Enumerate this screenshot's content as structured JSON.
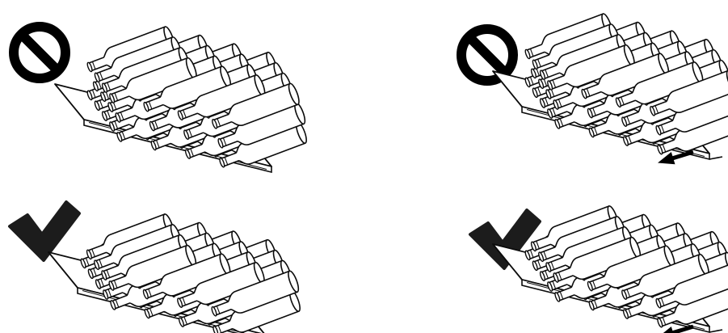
{
  "colors": {
    "ink": "#0b0b0b",
    "bottle_fill": "#ffffff",
    "prohibited": "#000000",
    "allowed": "#1c1c1c"
  },
  "panels": [
    {
      "id": "top-left",
      "status": "prohibited",
      "status_icon": "prohibited-icon",
      "layers": 3,
      "rows": [
        5,
        4,
        4
      ],
      "shelf_pulled_out": false
    },
    {
      "id": "top-right",
      "status": "prohibited",
      "status_icon": "prohibited-icon",
      "layers": 3,
      "rows": [
        5,
        4,
        4
      ],
      "shelf_pulled_out": true,
      "arrow_icon": "pull-out-arrow-icon"
    },
    {
      "id": "bottom-left",
      "status": "allowed",
      "status_icon": "checkmark-icon",
      "layers": 2,
      "rows": [
        5,
        4
      ],
      "shelf_pulled_out": false
    },
    {
      "id": "bottom-right",
      "status": "allowed",
      "status_icon": "checkmark-icon",
      "layers": 2,
      "rows": [
        5,
        4
      ],
      "shelf_pulled_out": true,
      "arrow_icon": "pull-out-arrow-icon"
    }
  ]
}
